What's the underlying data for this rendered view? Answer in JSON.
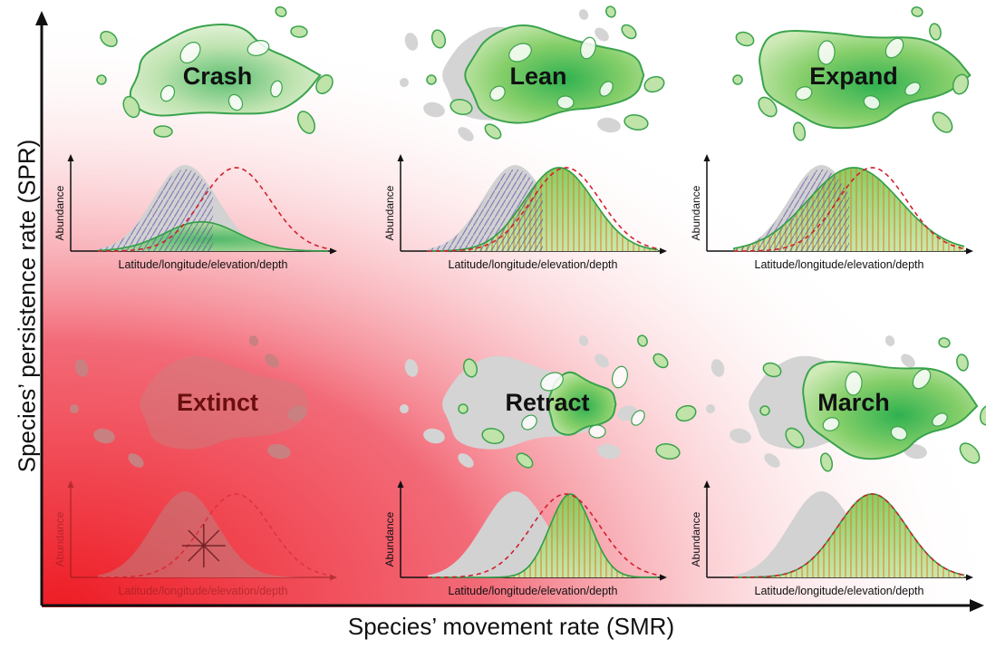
{
  "axes": {
    "y_title": "Species’ persistence rate (SPR)",
    "x_title": "Species’ movement rate (SMR)"
  },
  "panel_axis": {
    "x_label": "Latitude/longitude/elevation/depth",
    "y_label": "Abundance"
  },
  "scenarios": [
    {
      "id": "crash",
      "label": "Crash",
      "row": "top",
      "col": 0
    },
    {
      "id": "lean",
      "label": "Lean",
      "row": "top",
      "col": 1
    },
    {
      "id": "expand",
      "label": "Expand",
      "row": "top",
      "col": 2
    },
    {
      "id": "extinct",
      "label": "Extinct",
      "row": "bottom",
      "col": 0
    },
    {
      "id": "retract",
      "label": "Retract",
      "row": "bottom",
      "col": 1
    },
    {
      "id": "march",
      "label": "March",
      "row": "bottom",
      "col": 2
    }
  ],
  "colors": {
    "background_gradient": "#ee1c24",
    "range_green": "#2bb24c",
    "range_light": "#c7e6b4",
    "historic_gray": "#cfcfcf",
    "future_dashed": "#d0202e",
    "hatch_orange": "#d9822b",
    "hatch_purple": "#5a4ba8",
    "extinct_text": "#6b0f0f"
  }
}
